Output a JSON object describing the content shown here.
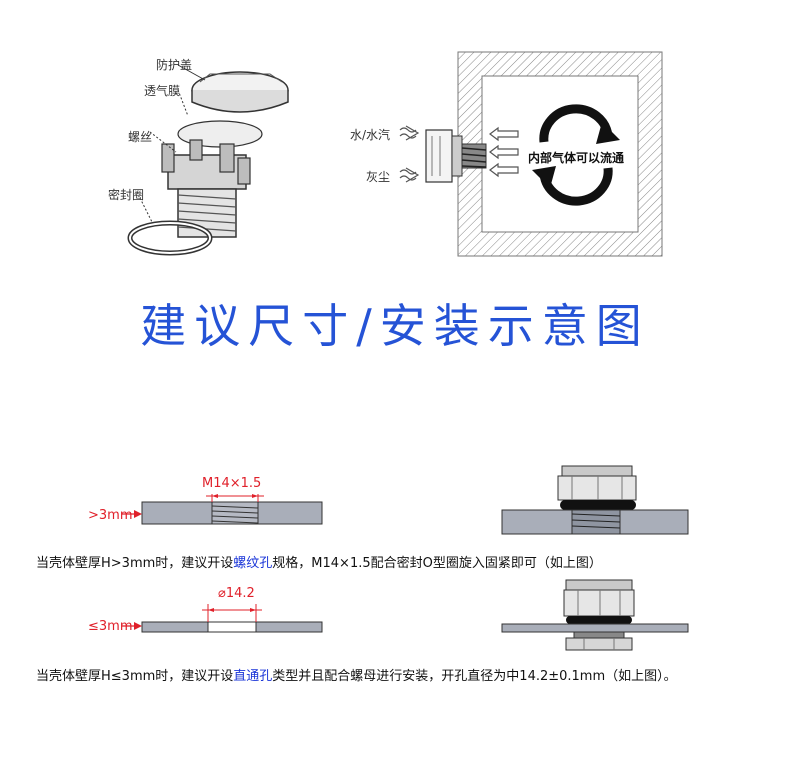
{
  "parts": {
    "cover": "防护盖",
    "membrane": "透气膜",
    "thread": "螺丝",
    "seal_ring": "密封圈"
  },
  "flow": {
    "water": "水/水汽",
    "dust": "灰尘",
    "inner": "内部气体可以流通"
  },
  "title": "建议尺寸/安装示意图",
  "section1": {
    "spec": "M14×1.5",
    "thickness": ">3mm",
    "caption_a": "当壳体壁厚H>3mm时，建议开设",
    "caption_hl": "螺纹孔",
    "caption_b": "规格，M14×1.5配合密封O型圈旋入固紧即可（如上图）"
  },
  "section2": {
    "spec": "⌀14.2",
    "thickness": "≤3mm",
    "caption_a": "当壳体壁厚H≤3mm时，建议开设",
    "caption_hl": "直通孔",
    "caption_b": "类型并且配合螺母进行安装，开孔直径为中14.2±0.1mm（如上图）。"
  },
  "colors": {
    "title_blue": "#2553d6",
    "highlight_blue": "#1a35d8",
    "red": "#e0202a",
    "plate_gray": "#a9aeb9"
  }
}
